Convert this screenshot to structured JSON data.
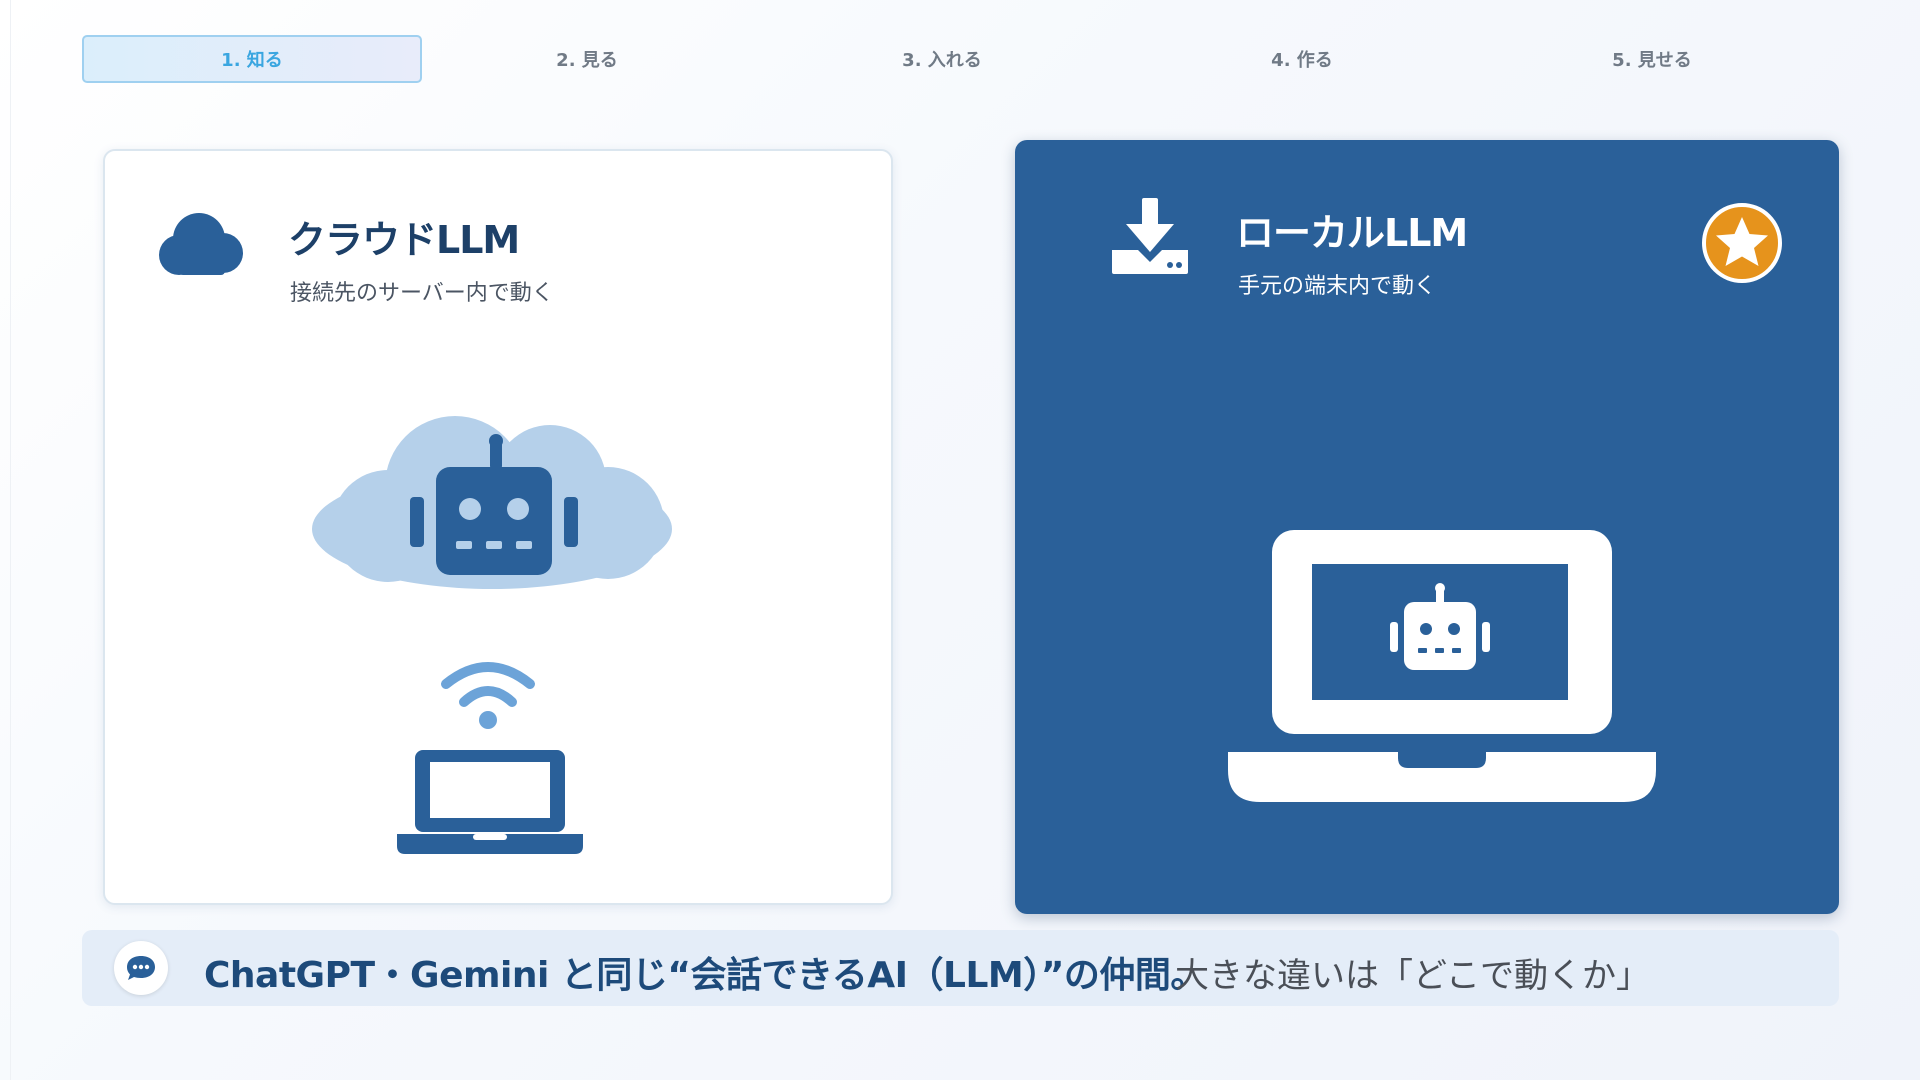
{
  "tabs": [
    {
      "label": "1. 知る",
      "active": true
    },
    {
      "label": "2. 見る",
      "active": false
    },
    {
      "label": "3. 入れる",
      "active": false
    },
    {
      "label": "4. 作る",
      "active": false
    },
    {
      "label": "5. 見せる",
      "active": false
    }
  ],
  "cloud_card": {
    "title": "クラウドLLM",
    "subtitle": "接続先のサーバー内で動く",
    "icons": [
      "cloud-icon",
      "cloud-robot-icon",
      "wifi-icon",
      "laptop-icon"
    ]
  },
  "local_card": {
    "title": "ローカルLLM",
    "subtitle": "手元の端末内で動く",
    "icons": [
      "download-icon",
      "star-badge-icon",
      "laptop-robot-icon"
    ]
  },
  "banner": {
    "strong_text": "ChatGPT・Gemini と同じ“会話できるAI（LLM）”の仲間。",
    "normal_text": "大きな違いは「どこで動くか」",
    "icon": "chat-bubble-icon"
  },
  "colors": {
    "primary_dark": "#2a6099",
    "title_navy": "#1d4068",
    "light_blue": "#b5d0ea",
    "accent_orange": "#e6931c",
    "tab_active_text": "#3aa6e0",
    "tab_active_border": "#9fd0f0",
    "banner_bg": "#e4edf8"
  }
}
